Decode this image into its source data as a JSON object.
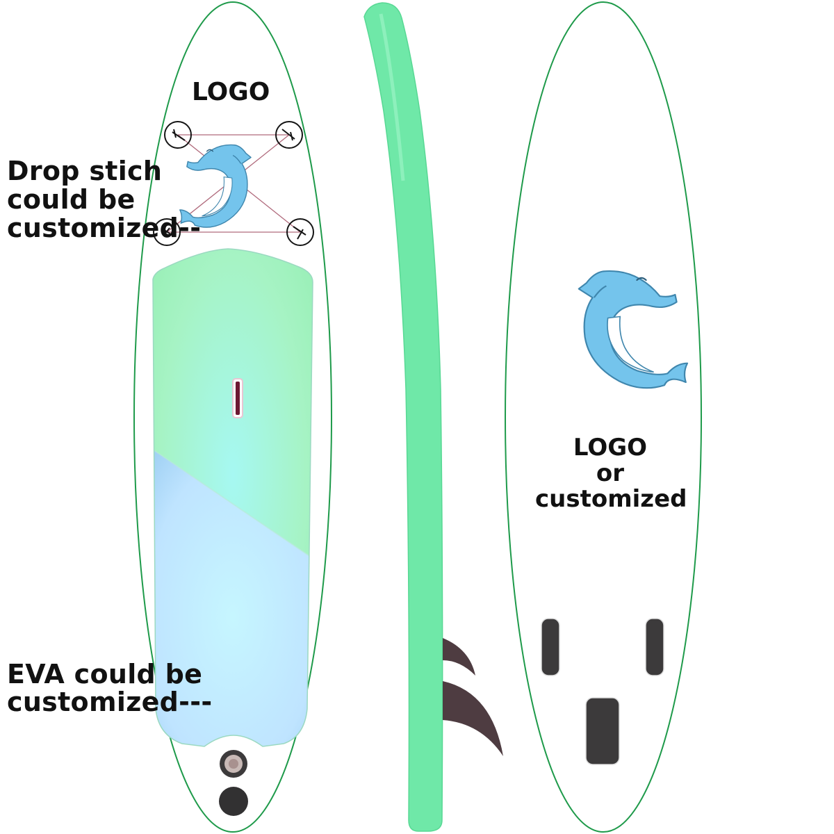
{
  "labels": {
    "deck_logo": "LOGO",
    "drop_stitch": [
      "Drop stich",
      "could be",
      "customized--"
    ],
    "eva": [
      "EVA could be",
      "customized---"
    ],
    "bottom_logo": [
      "LOGO",
      "or",
      "customized"
    ]
  },
  "colors": {
    "outline": "#1e9a4a",
    "rail": "#6fe8a8",
    "pad_green": "#a6f3c4",
    "pad_blue": "#bfe4ff",
    "pad_cyan": "#c6f6ff",
    "dolphin": "#74c4ec",
    "dolphin_belly": "#ffffff",
    "fin": "#4e3c41",
    "hardware": "#3c3a3b",
    "ring": "#c06078"
  },
  "icons": [
    "dolphin-icon",
    "d-ring-icon",
    "fin-icon",
    "valve-icon",
    "handle-icon"
  ]
}
